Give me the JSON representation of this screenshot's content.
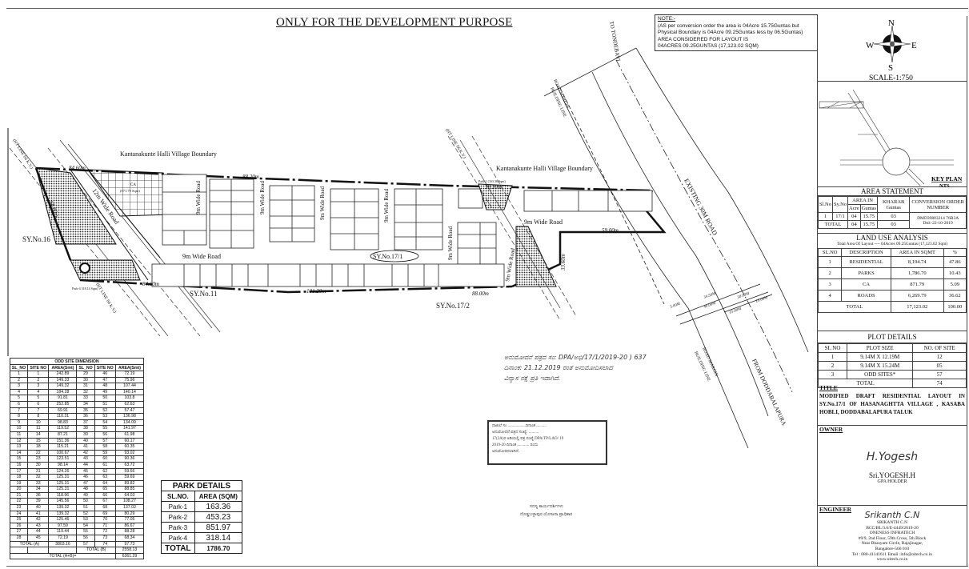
{
  "header": {
    "title": "ONLY FOR THE  DEVELOPMENT PURPOSE"
  },
  "note": {
    "heading": "NOTE:-",
    "lines": [
      "(AS per conversion order the area is 04Acre 15.75Guntas but",
      "Physical Boundary is 04Acre 09.25Guntas less by 06.5Guntas)",
      "AREA CONSIDERED FOR LAYOUT IS",
      "04ACRES 09.25GUNTAS (17,123.02 SQM)"
    ]
  },
  "compass": {
    "n": "N",
    "s": "S",
    "e": "E",
    "w": "W",
    "scale": "SCALE-1:750"
  },
  "key_plan": {
    "title": "KEY PLAN",
    "subtitle": "NTS"
  },
  "area_statement": {
    "title": "AREA STATEMENT",
    "headers": {
      "sl": "Sl.No",
      "sy": "Sy.No",
      "area_in": "AREA IN",
      "acre": "Acre",
      "guntas": "Guntas",
      "kharab": "KHARAB Guntas",
      "conversion": "CONVERSION ORDER NUMBER"
    },
    "row": {
      "sl": "1",
      "sy": "17/1",
      "acre": "04",
      "guntas": "15.75",
      "kharab": "03",
      "order": "DMD39803214 76B3A",
      "date": "Dtd:-22-10-2019"
    },
    "total": {
      "label": "TOTAL",
      "acre": "04",
      "guntas": "15.75",
      "kharab": "03"
    }
  },
  "land_use": {
    "title": "LAND USE ANALYSIS",
    "subtitle": "Total Area Of Layout ---- 04Acres 09.25Guntas (17,123.02 Sqm)",
    "headers": [
      "SL.NO",
      "DESCRIPTION",
      "AREA IN SQMT",
      "%"
    ],
    "rows": [
      {
        "sl": "1",
        "desc": "RESIDENTIAL",
        "area": "8,194.74",
        "pct": "47.86"
      },
      {
        "sl": "2",
        "desc": "PARKS",
        "area": "1,786.70",
        "pct": "10.43"
      },
      {
        "sl": "3",
        "desc": "CA",
        "area": "871.79",
        "pct": "5.09"
      },
      {
        "sl": "4",
        "desc": "ROADS",
        "area": "6,269.79",
        "pct": "36.62"
      }
    ],
    "total": {
      "label": "TOTAL",
      "area": "17,123.02",
      "pct": "100.00"
    }
  },
  "plot_details": {
    "title": "PLOT DETAILS",
    "headers": [
      "SL NO",
      "PLOT SIZE",
      "NO. OF SITE"
    ],
    "rows": [
      {
        "sl": "1",
        "size": "9.14M X 12.19M",
        "count": "12"
      },
      {
        "sl": "2",
        "size": "9.14M X 15.24M",
        "count": "05"
      },
      {
        "sl": "3",
        "size": "ODD SITES*",
        "count": "57"
      }
    ],
    "total": {
      "label": "TOTAL",
      "count": "74"
    }
  },
  "title_block": {
    "label": "TITLE",
    "text": "MODIFIED DRAFT RESIDENTIAL LAYOUT IN SY.No.17/1 OF HASANAGHTTA VILLAGE , KASABA HOBLI, DODDABALAPURA TALUK"
  },
  "owner": {
    "label": "OWNER",
    "signature": "H.Yogesh",
    "name": "Sri.YOGESH.H",
    "role": "GPA HOLDER"
  },
  "engineer": {
    "label": "ENGINEER",
    "signature": "Srikanth C.N",
    "name": "SRIKANTH C.N",
    "reg": "BCC/BL/3.6/E-4449/2019-20",
    "company": "ONENESS INFRATECH",
    "address1": "#9/9, 2nd Floor, 59th Cross, 5th Block",
    "address2": "Near Bhasyam Circle, Rajajinagar,",
    "address3": "Bangalore-560 010",
    "contact": "Tel : 080-41141611 Email :info@oitech.co.in",
    "web": "www.oitech.co.in"
  },
  "odd_sites": {
    "title": "ODD SITE DIMENSION",
    "headers": [
      "SL_NO",
      "SITE NO",
      "AREA(Smt)",
      "SL_NO",
      "SITE NO",
      "AREA(Smt)"
    ],
    "rows": [
      [
        "1",
        "1",
        "242.89",
        "29",
        "46",
        "72.19"
      ],
      [
        "2",
        "2",
        "149.33",
        "30",
        "47",
        "75.96"
      ],
      [
        "3",
        "3",
        "149.32",
        "31",
        "48",
        "107.44"
      ],
      [
        "4",
        "4",
        "184.28",
        "32",
        "49",
        "140.14"
      ],
      [
        "5",
        "5",
        "91.81",
        "33",
        "50",
        "103.8"
      ],
      [
        "6",
        "6",
        "252.85",
        "34",
        "51",
        "62.63"
      ],
      [
        "7",
        "7",
        "69.91",
        "35",
        "52",
        "57.47"
      ],
      [
        "8",
        "8",
        "110.31",
        "36",
        "53",
        "136.98"
      ],
      [
        "9",
        "10",
        "98.83",
        "37",
        "54",
        "134.09"
      ],
      [
        "10",
        "11",
        "119.52",
        "38",
        "55",
        "141.97"
      ],
      [
        "11",
        "14",
        "87.21",
        "39",
        "56",
        "61.98"
      ],
      [
        "12",
        "15",
        "151.36",
        "40",
        "57",
        "60.17"
      ],
      [
        "13",
        "18",
        "115.21",
        "41",
        "58",
        "60.35"
      ],
      [
        "14",
        "22",
        "100.67",
        "42",
        "59",
        "93.02"
      ],
      [
        "15",
        "23",
        "123.51",
        "43",
        "60",
        "90.36"
      ],
      [
        "16",
        "30",
        "98.14",
        "44",
        "61",
        "63.72"
      ],
      [
        "17",
        "31",
        "124.26",
        "45",
        "62",
        "59.66"
      ],
      [
        "18",
        "32",
        "125.31",
        "46",
        "63",
        "59.69"
      ],
      [
        "19",
        "33",
        "125.31",
        "47",
        "64",
        "89.82"
      ],
      [
        "20",
        "34",
        "125.31",
        "48",
        "65",
        "88.85"
      ],
      [
        "21",
        "36",
        "118.96",
        "49",
        "66",
        "64.03"
      ],
      [
        "22",
        "39",
        "145.56",
        "50",
        "67",
        "108.27"
      ],
      [
        "23",
        "40",
        "139.32",
        "51",
        "68",
        "137.02"
      ],
      [
        "24",
        "41",
        "139.32",
        "52",
        "69",
        "80.29"
      ],
      [
        "25",
        "42",
        "125.46",
        "53",
        "70",
        "77.05"
      ],
      [
        "26",
        "43",
        "97.59",
        "54",
        "71",
        "86.67"
      ],
      [
        "27",
        "44",
        "119.44",
        "55",
        "72",
        "88.28"
      ],
      [
        "28",
        "45",
        "72.19",
        "56",
        "73",
        "68.34"
      ],
      [
        "",
        "",
        "",
        "57",
        "74",
        "97.73"
      ]
    ],
    "total_a_label": "TOTAL (A)",
    "total_a": "3803.16",
    "total_b_label": "TOTAL (B)",
    "total_b": "2558.13",
    "total_ab_label": "TOTAL (A+B)=",
    "total_ab": "6361.29"
  },
  "park_details": {
    "title": "PARK DETAILS",
    "headers": [
      "SL.NO.",
      "AREA (SQM)"
    ],
    "rows": [
      {
        "name": "Park-1",
        "area": "163.36"
      },
      {
        "name": "Park-2",
        "area": "453.23"
      },
      {
        "name": "Park-3",
        "area": "851.97"
      },
      {
        "name": "Park-4",
        "area": "318.14"
      }
    ],
    "total": {
      "label": "TOTAL",
      "area": "1786.70"
    }
  },
  "plan_labels": {
    "village_boundary_left": "Kantanakunte Halli Village Boundary",
    "village_boundary_right": "Kantanakunte Halli Village Boundary",
    "sy16": "SY.No.16",
    "sy11": "SY.No.11",
    "sy171": "SY.No.17/1",
    "sy172": "SY.No.17/2",
    "road12": "12m Wide Road",
    "road9": "9m Wide Road",
    "existing_road": "EXISTING 30M ROAD",
    "to_tondebhavi": "TO TONDEBAVI",
    "from_dodda": "FROM DODDABALAPURA",
    "road_margin": "ROAD MARGIN",
    "building_line": "BUILDING LINE",
    "ht_line": "(HT LINE 66 K.V.)",
    "ca_label": "CA",
    "ca_area": "(871.79 Sqm)",
    "park1": "Park-1 (163.36 Sqm)",
    "park4": "Park-4 318.14 Sqm)",
    "dims": {
      "d8460a": "84.60m",
      "d8460b": "84.60m",
      "d6880": "68.80m",
      "d8820": "88.20m",
      "d10120": "101.20m",
      "d8800": "88.00m",
      "d3360": "33.60m",
      "d5900": "59.00m",
      "d3920": "39.20m",
      "d3450": "34.50M",
      "d4000": "40.00M",
      "d3000": "30.00M",
      "d1500a": "15.00M",
      "d1500b": "15.00M",
      "d500": "5.00M"
    }
  },
  "handwritten_note": {
    "line1": "ಅನುಮೋದನೆ ಪತ್ರದ ಸಂ: DPA/ಅಭಿ/17/1/2019-20 ) 637",
    "line2": "ದಿನಾಂಕ: 21.12.2019 ರಂತೆ ಅನುಮೋದಿಸಲಾದ",
    "line3": "ವಿನ್ಯಾಸ ನಕ್ಷೆ ಪ್ರತಿ ಇದಾಗಿದೆ."
  },
  "stamp": {
    "line1": "ದಾಖಲೆ ಸಂ ..................ದಿನಾಂಕ .......... ",
    "line2": "ಅನುಮೋದನೆ ಪತ್ರದ ಸಂಖ್ಯೆ: ..........",
    "line3": "17(2A)ರ ಅಡಿಯಲ್ಲಿ ಪತ್ರ ಸಂಖ್ಯೆ DPA/TP/LAO/ 19",
    "line4": "2019-20 ದಿನಾಂಕ ............ ರಂದು",
    "line5": "ಅನುಮೋದಿಸಲಾಗಿದೆ."
  },
  "authority": {
    "line1": "ಸದಸ್ಯ ಕಾರ್ಯದರ್ಶಿಗಳು",
    "line2": "ದೊಡ್ಡಬಳ್ಳಾಪುರ ಯೋಜನಾ ಪ್ರಾಧಿಕಾರ"
  }
}
